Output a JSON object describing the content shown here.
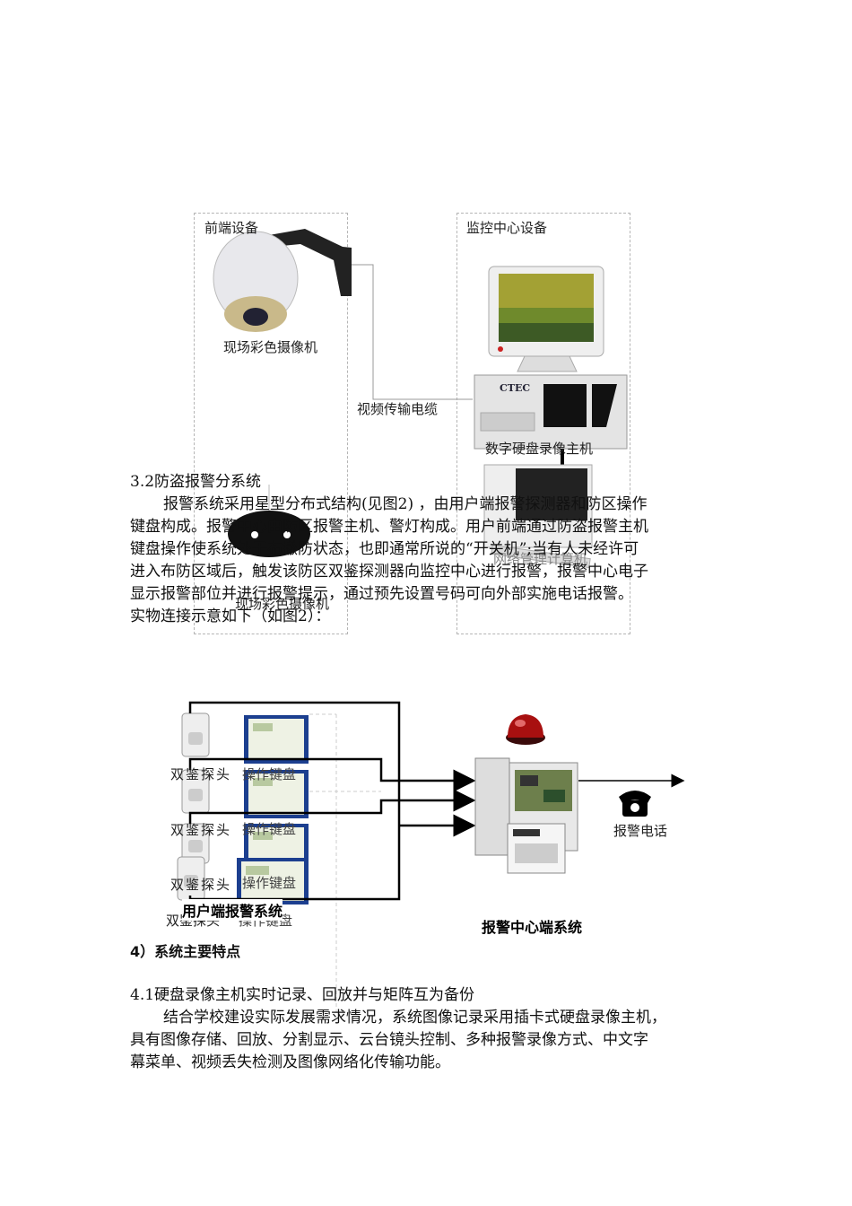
{
  "diagram1": {
    "front_label": "前端设备",
    "center_label": "监控中心设备",
    "camera_label": "现场彩色摄像机",
    "cable_label": "视频传输电缆",
    "dvr_label": "数字硬盘录像主机",
    "dvr_brand": "CTEC",
    "pc_label": "网络管理计算机",
    "dome_label": "现场彩色摄像机"
  },
  "section32": {
    "heading": "3.2防盗报警分系统",
    "lines": [
      "报警系统采用星型分布式结构(见图2) ，由用户端报警探测器和防区操作",
      "键盘构成。报警中心由防区报警主机、警灯构成。用户前端通过防盗报警主机",
      "键盘操作使系统处于布撤防状态，也即通常所说的“开关机”;当有人未经许可",
      "进入布防区域后，触发该防区双鉴探测器向监控中心进行报警，报警中心电子",
      "显示报警部位并进行报警提示，通过预先设置号码可向外部实施电话报警。",
      "实物连接示意如下（如图2）："
    ]
  },
  "diagram2": {
    "detector_labels": [
      "双鉴探头",
      "双鉴探头",
      "双鉴探头",
      "双鉴探头"
    ],
    "keypad_labels": [
      "操作键盘",
      "操作键盘",
      "操作键盘",
      "操作键盘"
    ],
    "phone_label": "报警电话",
    "user_system_label": "用户端报警系统",
    "center_system_label": "报警中心端系统"
  },
  "section4": {
    "heading": "4）系统主要特点",
    "sub_heading": "4.1硬盘录像主机实时记录、回放并与矩阵互为备份",
    "lines": [
      "结合学校建设实际发展需求情况，系统图像记录采用插卡式硬盘录像主机，",
      "具有图像存储、回放、分割显示、云台镜头控制、多种报警录像方式、中文字",
      "幕菜单、视频丢失检测及图像网络化传输功能。"
    ]
  },
  "colors": {
    "dashed_border": "#b5b5b5",
    "line": "#000000",
    "keypad_blue": "#1c3f8f",
    "alarm_red": "#a81010"
  }
}
